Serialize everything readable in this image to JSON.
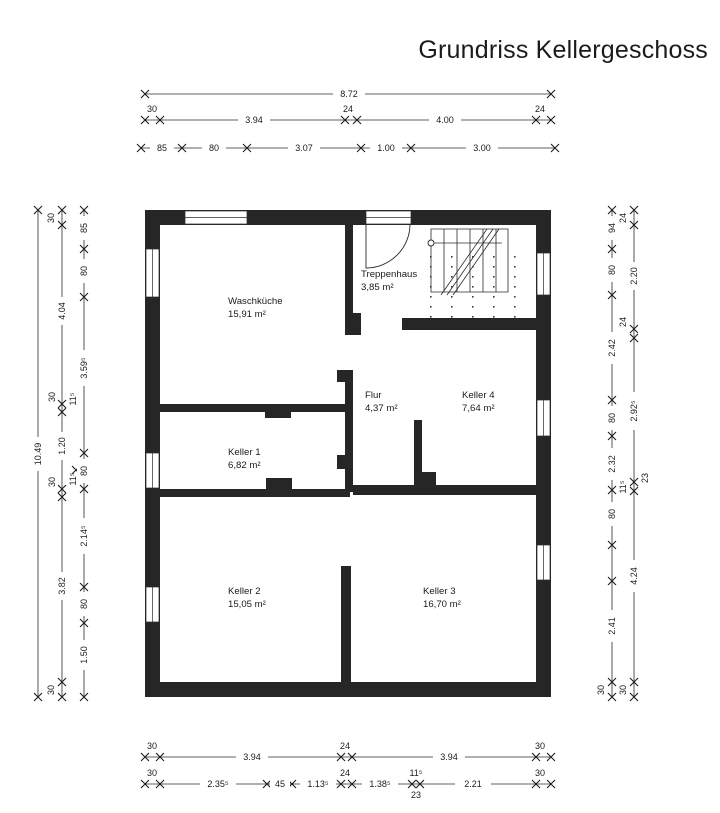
{
  "page": {
    "title": "Grundriss Kellergeschoss",
    "background_color": "#ffffff",
    "wall_color": "#262626",
    "text_color": "#1b1b1b"
  },
  "rooms": [
    {
      "name": "Waschküche",
      "area": "15,91 m²"
    },
    {
      "name": "Treppenhaus",
      "area": "3,85 m²"
    },
    {
      "name": "Flur",
      "area": "4,37 m²"
    },
    {
      "name": "Keller 4",
      "area": "7,64 m²"
    },
    {
      "name": "Keller 1",
      "area": "6,82 m²"
    },
    {
      "name": "Keller 2",
      "area": "15,05 m²"
    },
    {
      "name": "Keller 3",
      "area": "16,70 m²"
    }
  ],
  "dimensions": {
    "top": [
      {
        "row": 1,
        "values": [
          "8.72"
        ]
      },
      {
        "row": 2,
        "values": [
          "30",
          "3.94",
          "24",
          "4.00",
          "24"
        ]
      },
      {
        "row": 3,
        "values": [
          "85",
          "80",
          "3.07",
          "1.00",
          "3.00"
        ]
      }
    ],
    "left": [
      {
        "col": 1,
        "values": [
          "10.49"
        ]
      },
      {
        "col": 2,
        "values": [
          "30",
          "4.04",
          "30",
          "1.20",
          "11⁵",
          "30",
          "3.82",
          "30"
        ]
      },
      {
        "col": 3,
        "values": [
          "85",
          "80",
          "3.59⁵",
          "80",
          "2.14⁵",
          "80",
          "1.50"
        ]
      }
    ],
    "right": [
      {
        "col": 1,
        "values": [
          "94",
          "80",
          "2.42",
          "80",
          "2.32",
          "80",
          "2.41",
          "30"
        ]
      },
      {
        "col": 2,
        "values": [
          "24",
          "2.20",
          "24",
          "2.92⁵",
          "23",
          "4.24",
          "30"
        ]
      }
    ],
    "bottom": [
      {
        "row": 1,
        "values": [
          "30",
          "3.94",
          "24",
          "3.94",
          "30"
        ]
      },
      {
        "row": 2,
        "values": [
          "30",
          "2.35⁵",
          "45",
          "1.13⁵",
          "24",
          "1.38⁵",
          "11⁵",
          "2.21",
          "30"
        ]
      },
      {
        "row": 3,
        "values": [
          "23"
        ]
      }
    ]
  },
  "labels": {
    "top_total": "8.72",
    "left_total": "10.49",
    "right_extra_11_5": "11⁵",
    "right_extra_23": "23",
    "bottom_extra_23": "23"
  }
}
